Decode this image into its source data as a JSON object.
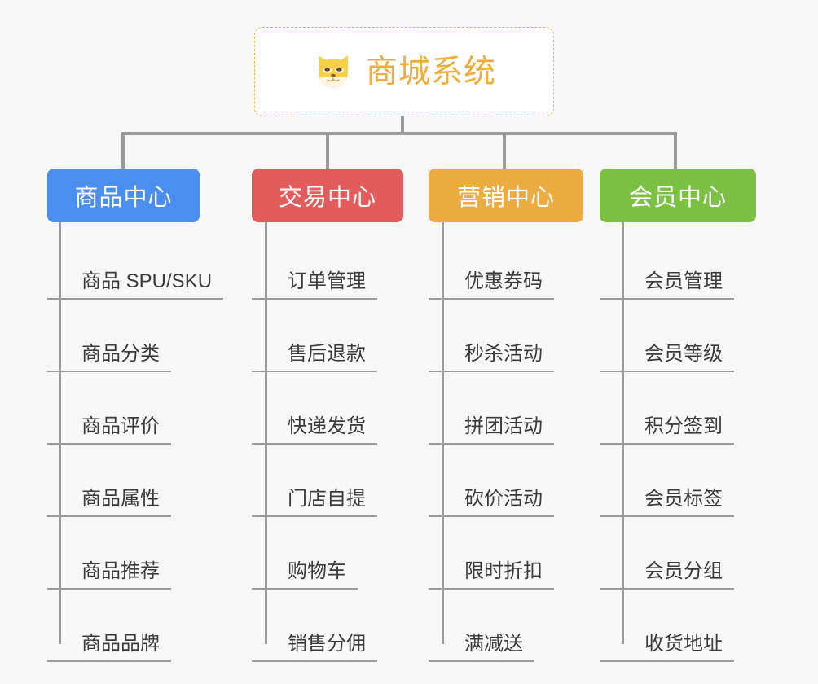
{
  "root": {
    "title": "商城系统",
    "icon": "shiba-dog-face-icon",
    "border_color": "#f0b350",
    "text_color": "#f0ad3c"
  },
  "connector_color": "#9b9b9b",
  "background_color": "#f8f8f8",
  "branches": [
    {
      "label": "商品中心",
      "color": "#4a8ef0",
      "items": [
        "商品 SPU/SKU",
        "商品分类",
        "商品评价",
        "商品属性",
        "商品推荐",
        "商品品牌"
      ]
    },
    {
      "label": "交易中心",
      "color": "#e25c5c",
      "items": [
        "订单管理",
        "售后退款",
        "快递发货",
        "门店自提",
        "购物车",
        "销售分佣"
      ]
    },
    {
      "label": "营销中心",
      "color": "#edac42",
      "items": [
        "优惠券码",
        "秒杀活动",
        "拼团活动",
        "砍价活动",
        "限时折扣",
        "满减送"
      ]
    },
    {
      "label": "会员中心",
      "color": "#7bc144",
      "items": [
        "会员管理",
        "会员等级",
        "积分签到",
        "会员标签",
        "会员分组",
        "收货地址"
      ]
    }
  ]
}
